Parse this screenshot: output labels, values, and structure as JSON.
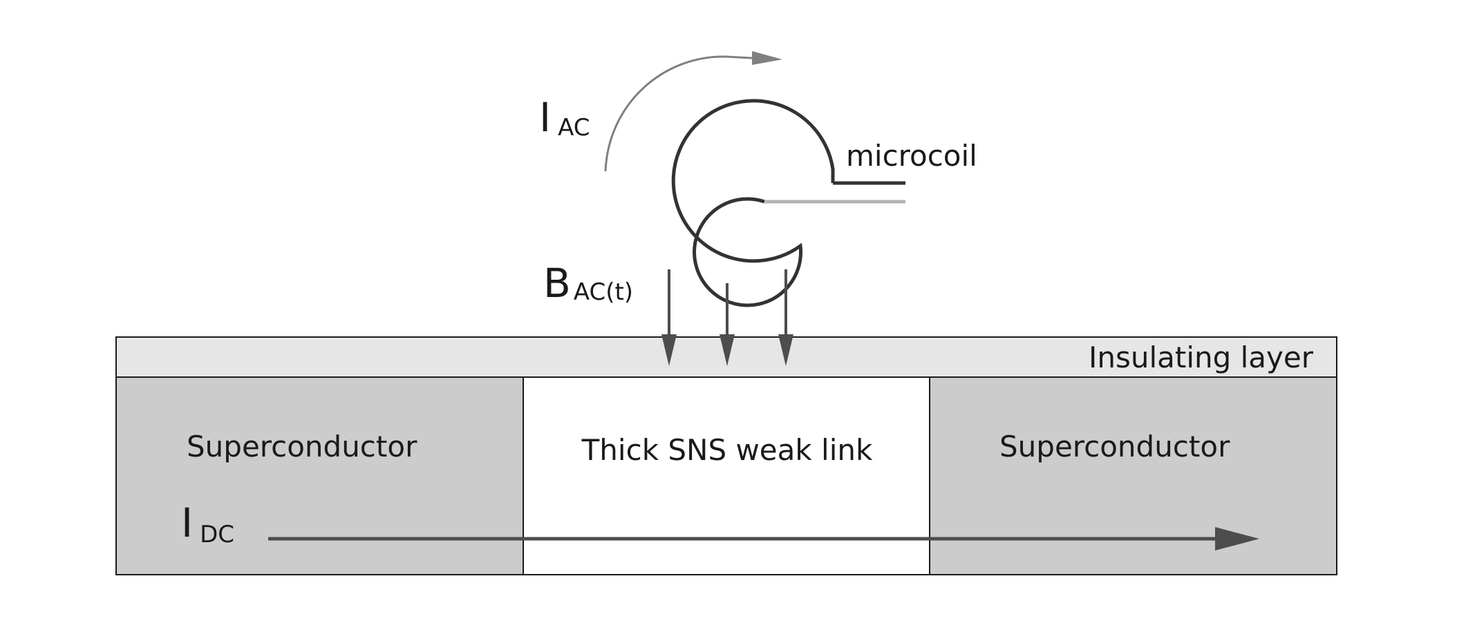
{
  "labels": {
    "insulating_layer": "Insulating layer",
    "superconductor_left": "Superconductor",
    "weak_link": "Thick SNS weak link",
    "superconductor_right": "Superconductor",
    "microcoil": "microcoil",
    "i_ac_main": "I",
    "i_ac_sub": "AC",
    "b_ac_main": "B",
    "b_ac_sub": "AC(t)",
    "i_dc_main": "I",
    "i_dc_sub": "DC"
  },
  "colors": {
    "superconductor": "#cccccc",
    "insulating_layer": "#e6e6e6",
    "weak_link": "#ffffff",
    "outline": "#1a1a1a",
    "coil": "#333333",
    "coil_lead_light": "#b3b3b3",
    "arrow": "#4d4d4d",
    "current_arrow_light": "#808080"
  }
}
